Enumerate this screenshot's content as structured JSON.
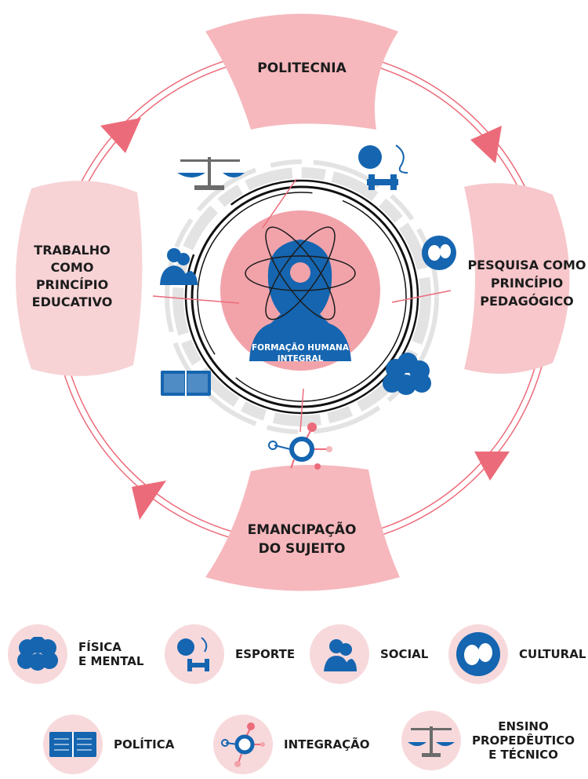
{
  "cycle": {
    "top": "POLITECNIA",
    "right": [
      "PESQUISA COMO",
      "PRINCÍPIO",
      "PEDAGÓGICO"
    ],
    "bottom": [
      "EMANCIPAÇÃO",
      "DO SUJEITO"
    ],
    "left": [
      "TRABALHO",
      "COMO",
      "PRINCÍPIO",
      "EDUCATIVO"
    ]
  },
  "center": {
    "line1": "FORMAÇÃO HUMANA",
    "line2": "INTEGRAL"
  },
  "colors": {
    "pink_light": "#f6c4c8",
    "pink_mid": "#f2a3aa",
    "arrow": "#ec6b7a",
    "blue": "#1565b0",
    "dark": "#1c1c1c"
  },
  "legend": [
    {
      "icon": "brain-icon",
      "label": "FÍSICA\nE MENTAL"
    },
    {
      "icon": "sports-icon",
      "label": "ESPORTE"
    },
    {
      "icon": "person-icon",
      "label": "SOCIAL"
    },
    {
      "icon": "theater-masks-icon",
      "label": "CULTURAL"
    },
    {
      "icon": "book-icon",
      "label": "POLÍTICA"
    },
    {
      "icon": "network-icon",
      "label": "INTEGRAÇÃO"
    },
    {
      "icon": "scale-icon",
      "label": "ENSINO\nPROPEDÊUTICO\nE TÉCNICO"
    }
  ]
}
